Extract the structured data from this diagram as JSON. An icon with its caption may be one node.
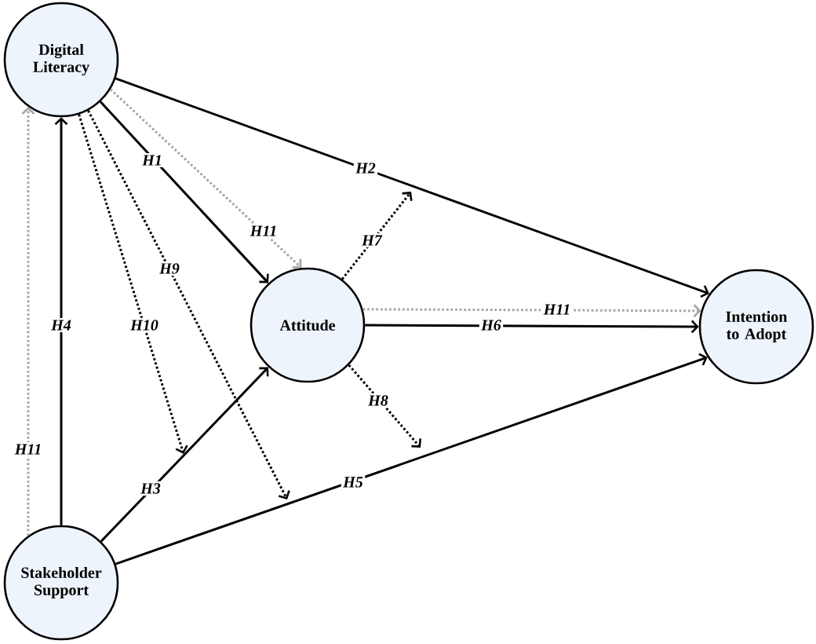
{
  "diagram": {
    "nodes": [
      {
        "text": [
          "Digital Literacy"
        ]
      },
      {
        "text": [
          "Attitude"
        ]
      },
      {
        "text": [
          "Intention to Adopt"
        ]
      },
      {
        "text": [
          "Stakeholder Support"
        ]
      }
    ],
    "edges": [
      {
        "from": 0,
        "to": 1,
        "arrow": "to",
        "label": "H1"
      },
      {
        "from": 0,
        "to": 2,
        "arrow": "to",
        "label": "H2"
      },
      {
        "from": 3,
        "to": 1,
        "arrow": "to",
        "label": "H3"
      },
      {
        "from": 3,
        "to": 0,
        "arrow": "to",
        "label": "H4"
      },
      {
        "from": 3,
        "to": 2,
        "arrow": "to",
        "label": "H5"
      },
      {
        "from": 1,
        "to": 2,
        "arrow": "to",
        "label": "H6"
      },
      {
        "from": 1,
        "to": null,
        "arrow": "to",
        "label": "H7",
        "style": "dashed"
      },
      {
        "from": 1,
        "to": null,
        "arrow": "to",
        "label": "H8",
        "style": "dashed"
      },
      {
        "from": 0,
        "to": null,
        "arrow": "to",
        "label": "H9",
        "style": "dashed"
      },
      {
        "from": 0,
        "to": null,
        "arrow": "to",
        "label": "H10",
        "style": "dashed"
      },
      {
        "from": 3,
        "to": 0,
        "arrow": "to",
        "label": "H11",
        "style": "dashed",
        "color": "#a6a6a6"
      },
      {
        "from": 0,
        "to": 1,
        "arrow": "to",
        "label": "H11",
        "style": "dashed",
        "color": "#a6a6a6"
      },
      {
        "from": 1,
        "to": 2,
        "arrow": "to",
        "label": "H11",
        "style": "dashed",
        "color": "#a6a6a6"
      }
    ]
  }
}
